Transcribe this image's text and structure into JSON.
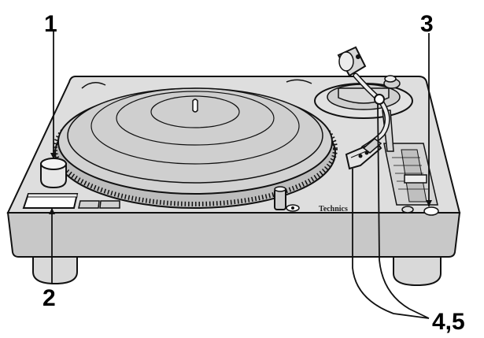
{
  "callouts": {
    "c1": "1",
    "c2": "2",
    "c3": "3",
    "c45": "4,5"
  },
  "brand_label": "Technics",
  "colors": {
    "body": "#d9d9d9",
    "platter": "#cfcfcf",
    "outline": "#111111",
    "background": "#ffffff"
  },
  "icons": {
    "start_stop": "square-button",
    "power_knob": "round-knob",
    "pitch_slider": "slider",
    "tonearm": "tonearm",
    "headshell": "headshell"
  }
}
